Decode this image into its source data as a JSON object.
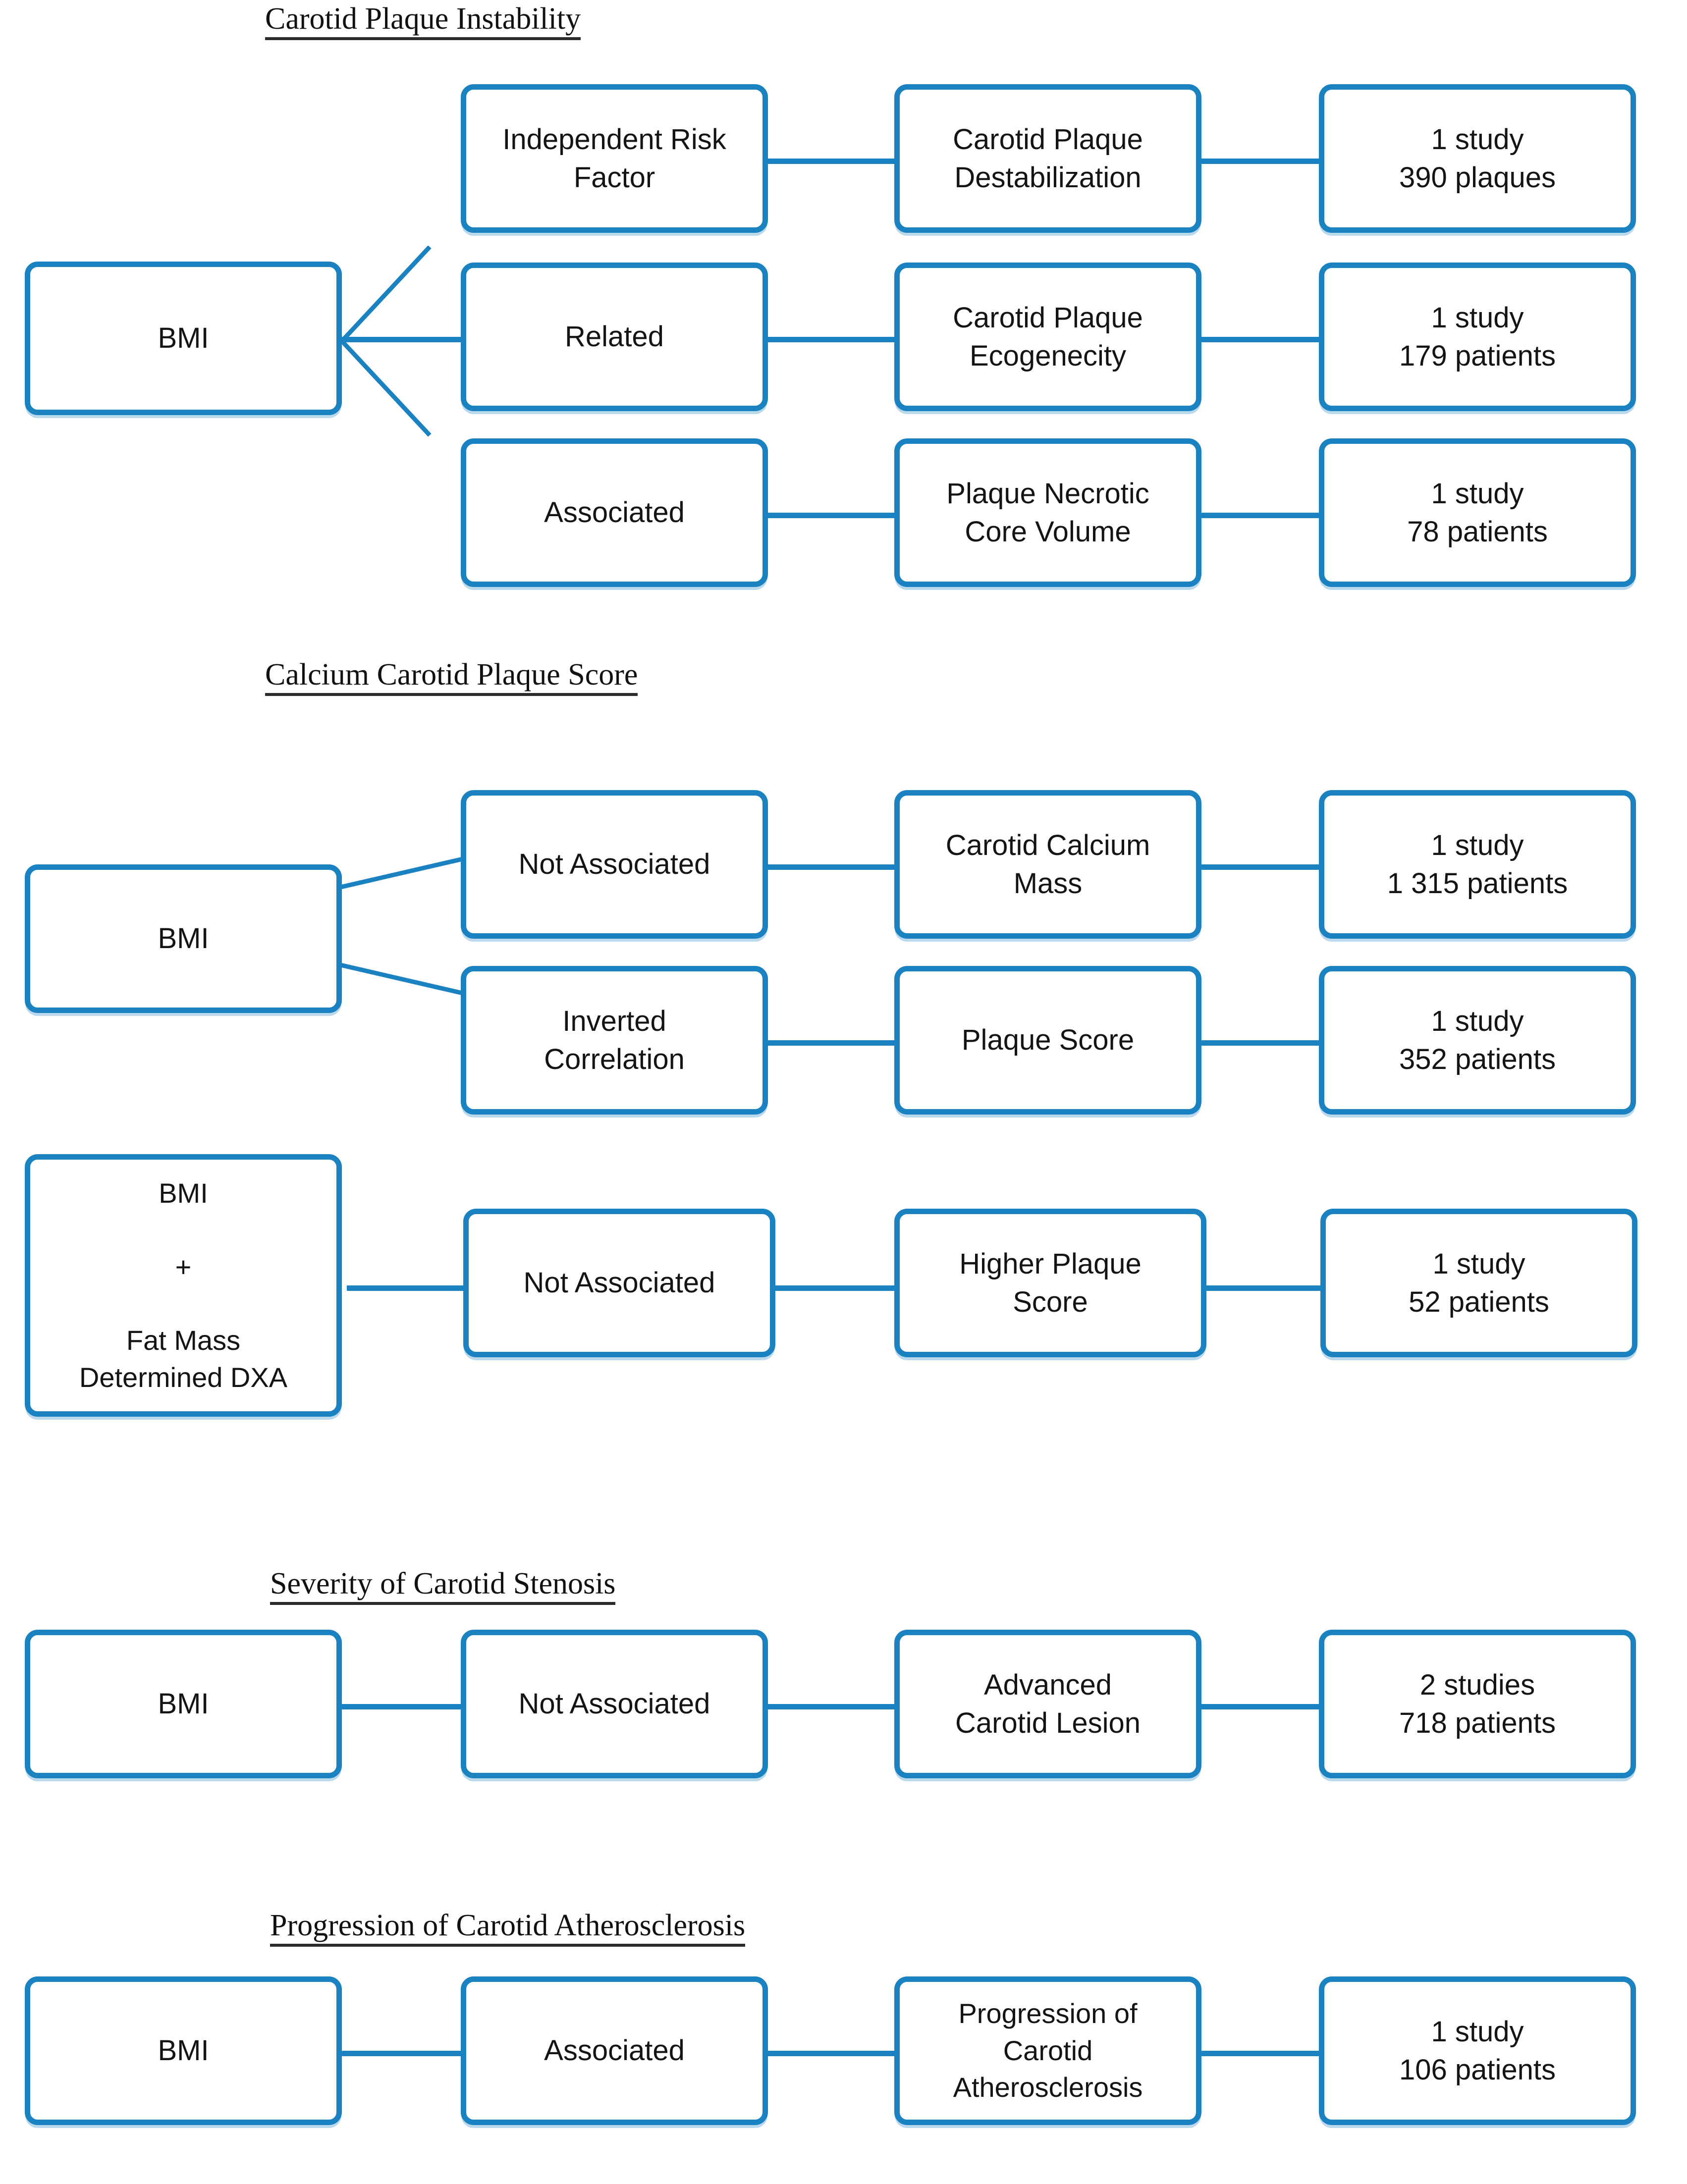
{
  "figure": {
    "type": "flowchart",
    "theme_color": "#1b82c2",
    "root_label": "BMI"
  },
  "sections": [
    {
      "id": "carotid-plaque-instability",
      "heading": "Carotid Plaque Instability",
      "source": "BMI",
      "rows": [
        {
          "association": "Independent Risk\nFactor",
          "outcome": "Carotid Plaque\nDestabilization",
          "evidence_studies": "1 study",
          "evidence_sample": "390 plaques"
        },
        {
          "association": "Related",
          "outcome": "Carotid Plaque\nEcogenecity",
          "evidence_studies": "1 study",
          "evidence_sample": "179 patients"
        },
        {
          "association": "Associated",
          "outcome": "Plaque Necrotic\nCore Volume",
          "evidence_studies": "1 study",
          "evidence_sample": "78 patients"
        }
      ]
    },
    {
      "id": "calcium-carotid-plaque-score",
      "heading": "Calcium Carotid Plaque Score",
      "source": "BMI",
      "rows": [
        {
          "association": "Not Associated",
          "outcome": "Carotid Calcium\nMass",
          "evidence_studies": "1 study",
          "evidence_sample": "1 315 patients"
        },
        {
          "association": "Inverted\nCorrelation",
          "outcome": "Plaque Score",
          "evidence_studies": "1 study",
          "evidence_sample": "352 patients"
        }
      ],
      "extra_row": {
        "source": "BMI\n\n+\n\nFat Mass\nDetermined DXA",
        "association": "Not Associated",
        "outcome": "Higher Plaque\nScore",
        "evidence_studies": "1 study",
        "evidence_sample": "52 patients"
      }
    },
    {
      "id": "severity-of-carotid-stenosis",
      "heading": "Severity of Carotid Stenosis",
      "source": "BMI",
      "rows": [
        {
          "association": "Not Associated",
          "outcome": "Advanced\nCarotid Lesion",
          "evidence_studies": "2 studies",
          "evidence_sample": "718 patients"
        }
      ]
    },
    {
      "id": "progression-of-carotid-atherosclerosis",
      "heading": "Progression of Carotid Atherosclerosis",
      "source": "BMI",
      "rows": [
        {
          "association": "Associated",
          "outcome": "Progression of\nCarotid\nAtherosclerosis",
          "evidence_studies": "1 study",
          "evidence_sample": "106 patients"
        }
      ]
    }
  ]
}
